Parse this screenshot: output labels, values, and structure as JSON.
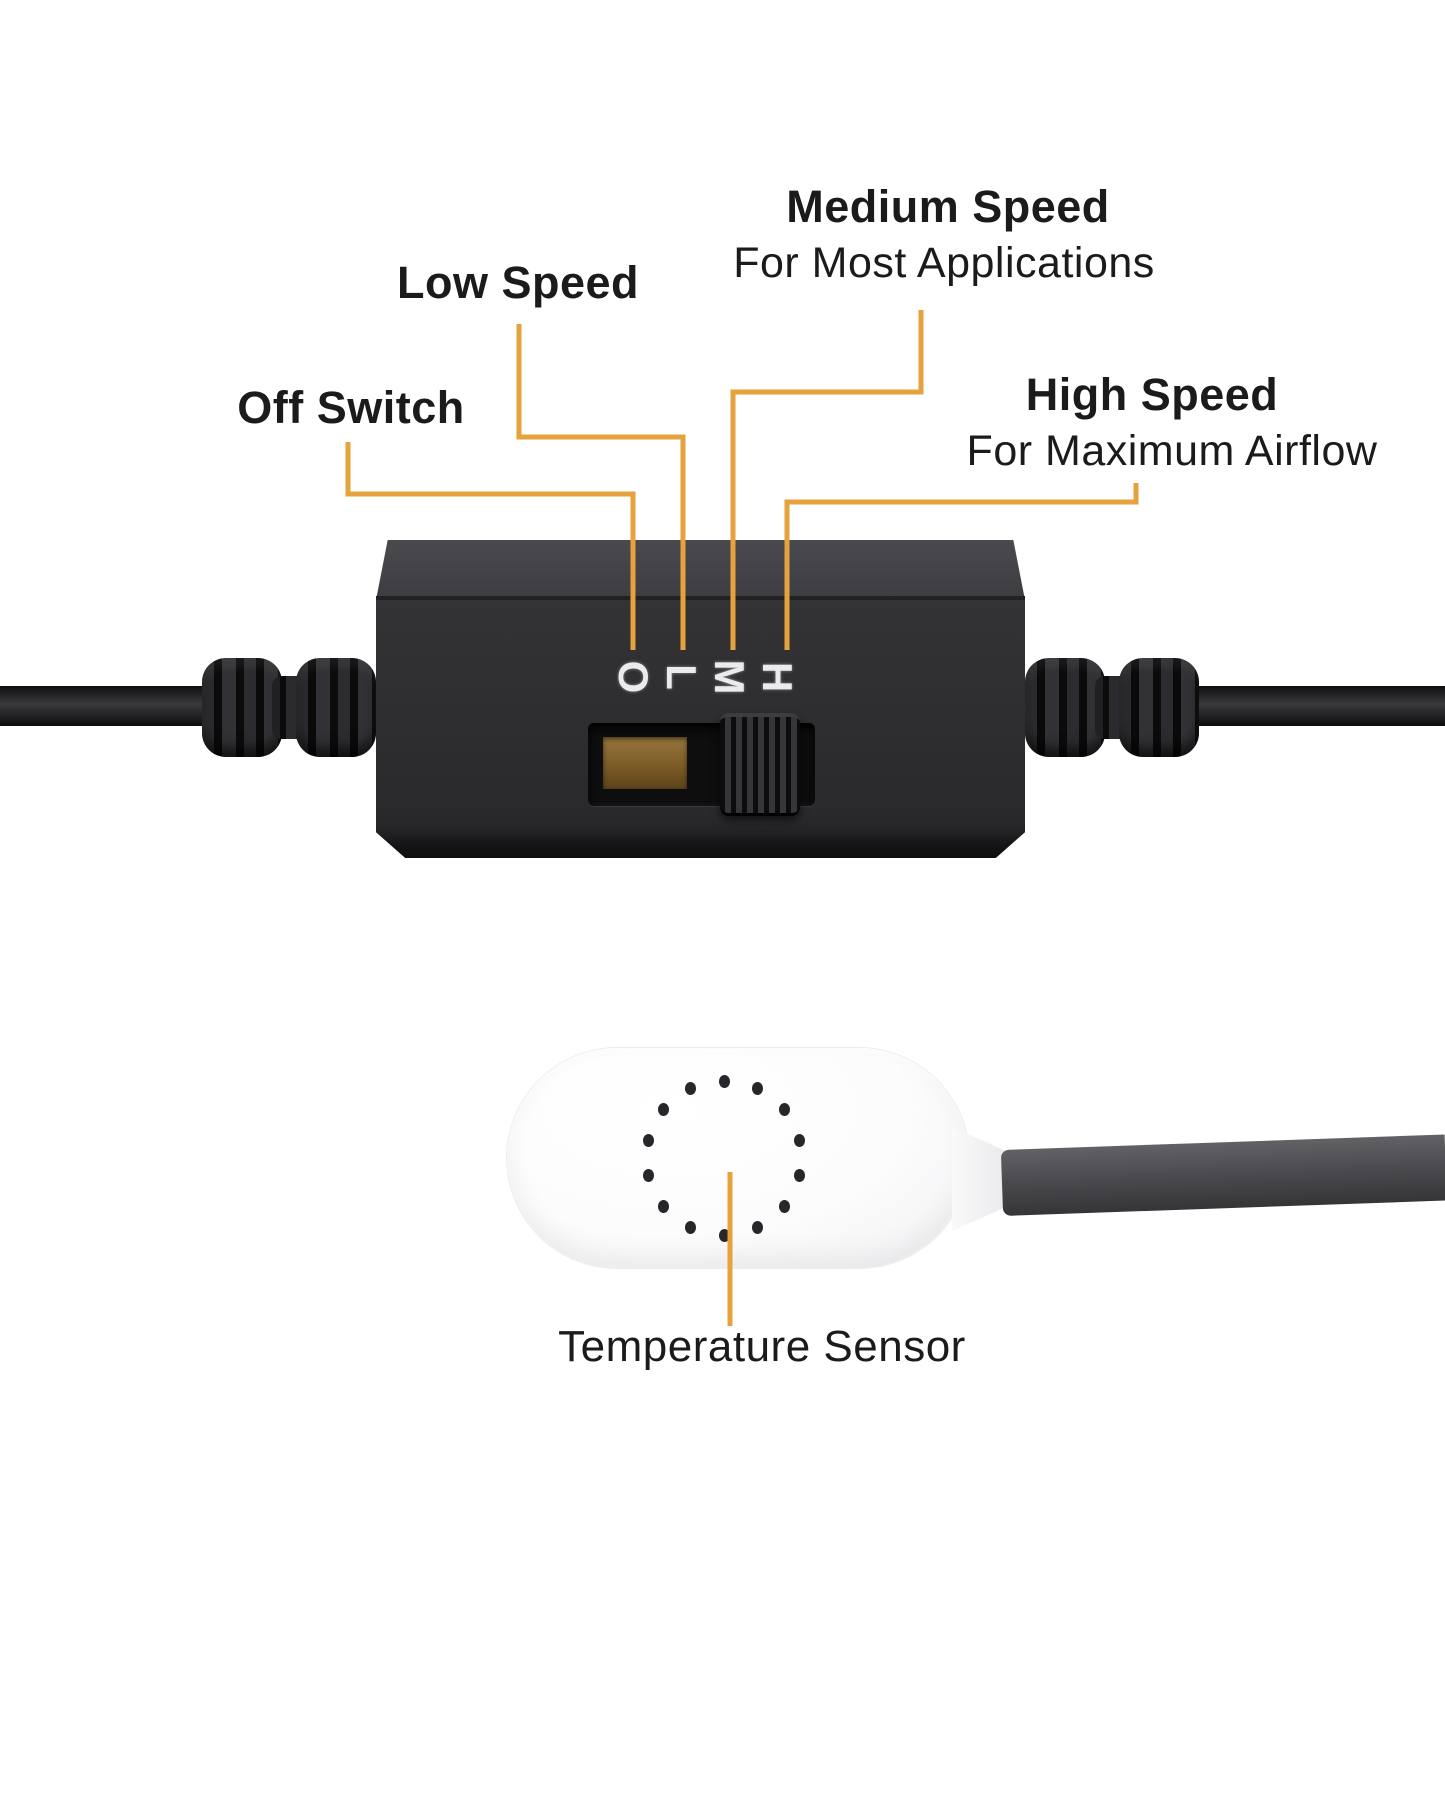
{
  "diagram": {
    "labels": {
      "off": "Off Switch",
      "low": "Low Speed",
      "medium_title": "Medium Speed",
      "medium_subtitle": "For Most Applications",
      "high_title": "High Speed",
      "high_subtitle": "For Maximum Airflow",
      "sensor": "Temperature Sensor"
    },
    "switch_positions": [
      "O",
      "L",
      "M",
      "H"
    ],
    "vent_hole_count": 14,
    "colors": {
      "accent": "#E6A23C",
      "text": "#1b1b1b",
      "background": "#ffffff"
    }
  }
}
